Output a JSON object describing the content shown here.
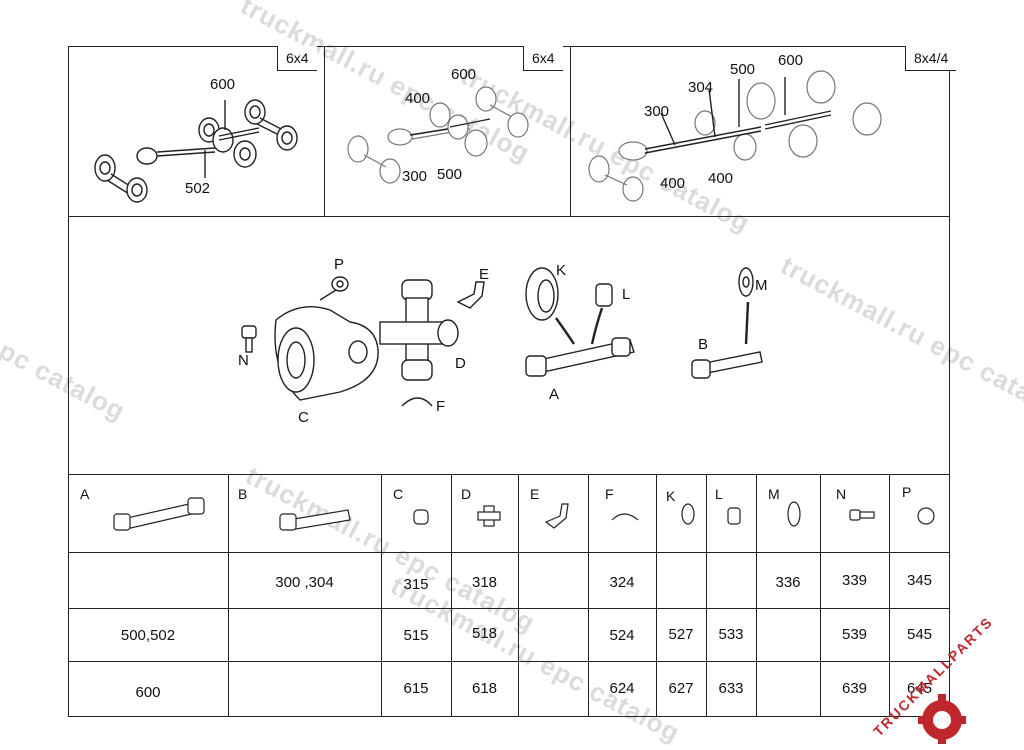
{
  "watermarks": [
    "truckmall.ru epc catalog",
    "truckmall.ru epc catalog",
    "truckmall.ru epc catalog",
    "truckmall.ru epc catalog",
    "truckmall.ru epc catalog",
    "l epc catalog"
  ],
  "configs": [
    {
      "tag": "6x4",
      "labels": [
        "600",
        "502"
      ]
    },
    {
      "tag": "6x4",
      "labels": [
        "600",
        "400",
        "300",
        "500"
      ]
    },
    {
      "tag": "8x4/4",
      "labels": [
        "300",
        "304",
        "500",
        "600",
        "400",
        "400"
      ]
    }
  ],
  "parts_labels": [
    "P",
    "E",
    "K",
    "L",
    "M",
    "N",
    "C",
    "D",
    "F",
    "A",
    "B"
  ],
  "table": {
    "headers": [
      "A",
      "B",
      "C",
      "D",
      "E",
      "F",
      "K",
      "L",
      "M",
      "N",
      "P"
    ],
    "rows": [
      [
        "",
        "300 ,304",
        "315",
        "318",
        "",
        "324",
        "",
        "",
        "336",
        "339",
        "345"
      ],
      [
        "500,502",
        "",
        "515",
        "518",
        "",
        "524",
        "527",
        "533",
        "",
        "539",
        "545"
      ],
      [
        "600",
        "",
        "615",
        "618",
        "",
        "624",
        "627",
        "633",
        "",
        "639",
        "645"
      ]
    ]
  },
  "logo": {
    "text": "TRUCKMALLPARTS",
    "color": "#c0272d"
  }
}
